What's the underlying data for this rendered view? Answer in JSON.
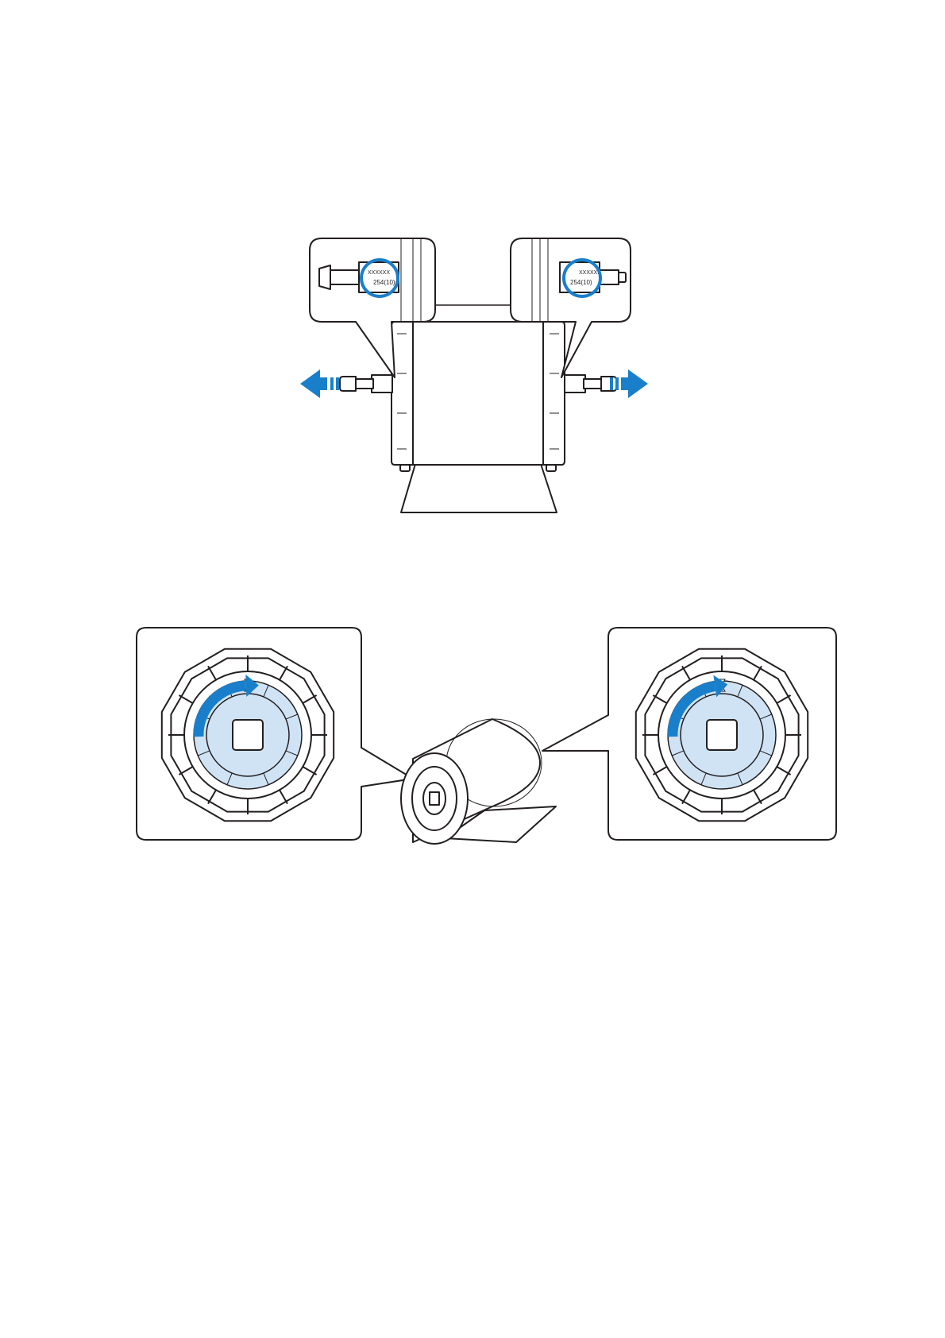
{
  "figure1": {
    "left_callout": {
      "code_line1": "XXXXXX",
      "code_line2": "254(10)"
    },
    "right_callout": {
      "code_line1": "XXXXXX",
      "code_line2": "254(10)"
    }
  },
  "colors": {
    "stroke": "#231f20",
    "accent_blue": "#1a7fcb",
    "light_blue": "#cfe3f5",
    "paper": "#ffffff"
  },
  "icons": [
    "arrow-left-icon",
    "arrow-right-icon",
    "rotate-clockwise-arrow-icon"
  ]
}
